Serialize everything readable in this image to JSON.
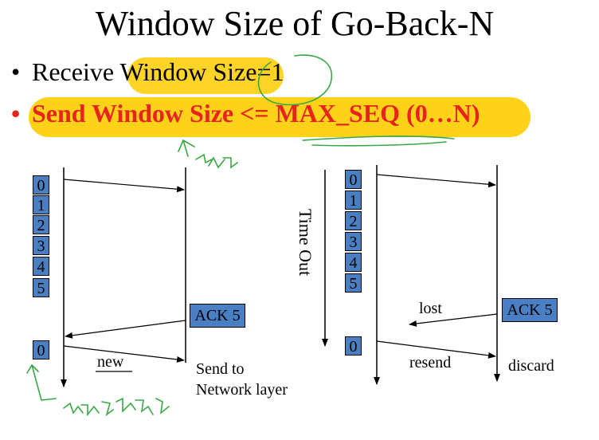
{
  "title": "Window Size of Go-Back-N",
  "bullets": [
    {
      "marker": "•",
      "text": "Receive Window Size=1",
      "color": "#000000"
    },
    {
      "marker": "•",
      "text": "Send Window Size <= MAX_SEQ (0…N)",
      "color": "#e8231e"
    }
  ],
  "highlight_color": "#ffd21a",
  "box_color": "#4a7fc4",
  "ink_color": "#3aa845",
  "left_diagram": {
    "frames": [
      "0",
      "1",
      "2",
      "3",
      "4",
      "5"
    ],
    "ack": "ACK 5",
    "new_frame": "0",
    "new_label": "new",
    "dest_label_line1": "Send to",
    "dest_label_line2": "Network layer"
  },
  "right_diagram": {
    "frames": [
      "0",
      "1",
      "2",
      "3",
      "4",
      "5"
    ],
    "timeout_label": "Time Out",
    "ack": "ACK 5",
    "lost_label": "lost",
    "resend_frame": "0",
    "resend_label": "resend",
    "discard_label": "discard"
  }
}
